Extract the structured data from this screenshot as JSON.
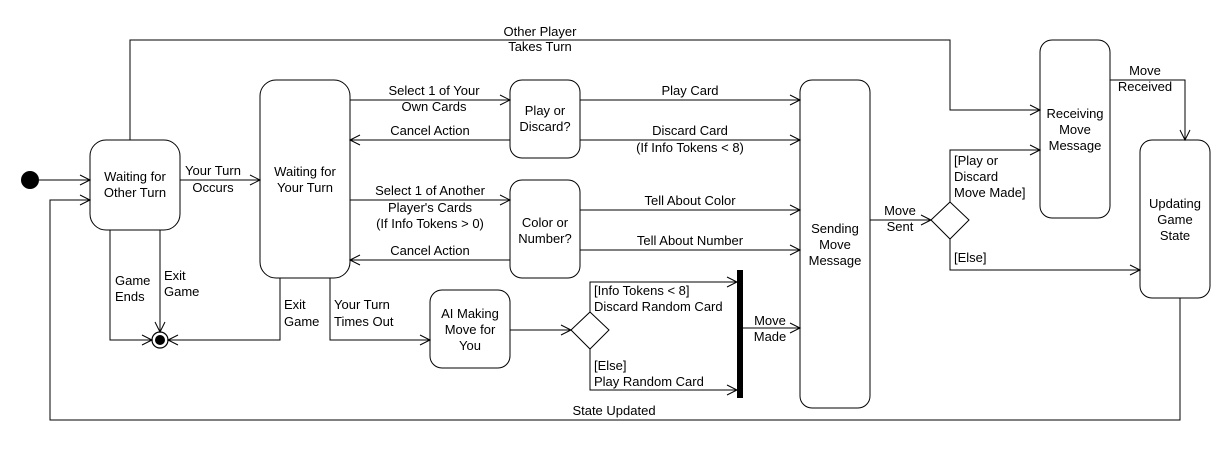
{
  "diagram": {
    "states": {
      "waiting_other": [
        "Waiting for",
        "Other Turn"
      ],
      "waiting_your": [
        "Waiting for",
        "Your Turn"
      ],
      "play_discard": [
        "Play or",
        "Discard?"
      ],
      "color_number": [
        "Color or",
        "Number?"
      ],
      "ai_move": [
        "AI Making",
        "Move for",
        "You"
      ],
      "sending": [
        "Sending",
        "Move",
        "Message"
      ],
      "receiving": [
        "Receiving",
        "Move",
        "Message"
      ],
      "updating": [
        "Updating",
        "Game",
        "State"
      ]
    },
    "transitions": {
      "other_player_takes_turn": [
        "Other Player",
        "Takes Turn"
      ],
      "your_turn_occurs": [
        "Your Turn",
        "Occurs"
      ],
      "game_ends": [
        "Game",
        "Ends"
      ],
      "exit_game_left": [
        "Exit",
        "Game"
      ],
      "exit_game_right": [
        "Exit",
        "Game"
      ],
      "select_own": [
        "Select 1 of Your",
        "Own Cards"
      ],
      "cancel_action_top": "Cancel Action",
      "select_other": [
        "Select 1 of Another",
        "Player's Cards",
        "(If Info Tokens > 0)"
      ],
      "cancel_action_bottom": "Cancel Action",
      "your_turn_times_out": [
        "Your Turn",
        "Times Out"
      ],
      "play_card": "Play Card",
      "discard_card": [
        "Discard Card",
        "(If Info Tokens < 8)"
      ],
      "tell_color": "Tell About Color",
      "tell_number": "Tell About Number",
      "info_lt8_discard": [
        "[Info Tokens < 8]",
        "Discard Random Card"
      ],
      "else_play_random": [
        "[Else]",
        "Play Random Card"
      ],
      "move_made": [
        "Move",
        "Made"
      ],
      "move_sent": [
        "Move",
        "Sent"
      ],
      "play_discard_made": [
        "[Play or",
        "Discard",
        "Move Made]"
      ],
      "else_right": "[Else]",
      "move_received": [
        "Move",
        "Received"
      ],
      "state_updated": "State Updated"
    }
  }
}
